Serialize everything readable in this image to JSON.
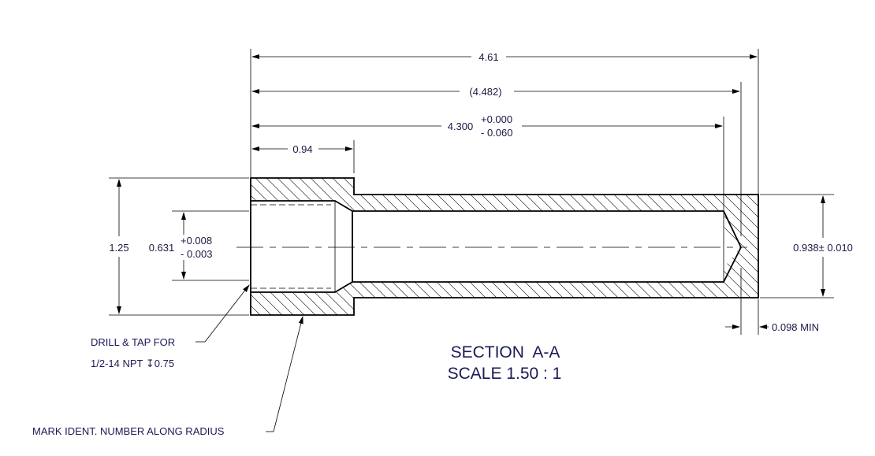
{
  "drawing": {
    "dimensions": {
      "overall_length": "4.61",
      "reference_length": "(4.482)",
      "bore_depth": "4.300",
      "bore_depth_tol_plus": "+0.000",
      "bore_depth_tol_minus": "- 0.060",
      "head_length": "0.94",
      "head_diameter": "1.25",
      "bore_diameter": "0.631",
      "bore_tol_plus": "+0.008",
      "bore_tol_minus": "- 0.003",
      "shank_diameter": "0.938± 0.010",
      "end_wall": "0.098 MIN"
    },
    "notes": {
      "drill_tap_line1": "DRILL & TAP FOR",
      "drill_tap_line2": "1/2-14 NPT ↧0.75",
      "mark_ident": "MARK IDENT. NUMBER ALONG RADIUS"
    },
    "section": {
      "title": "SECTION  A-A",
      "scale": "SCALE 1.50 : 1"
    }
  }
}
